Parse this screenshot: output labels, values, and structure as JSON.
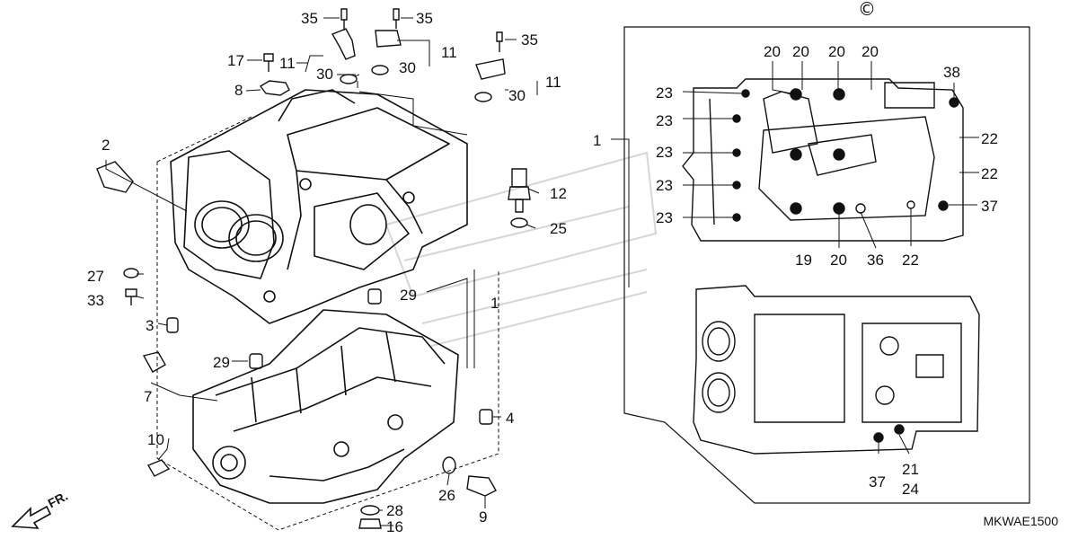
{
  "diagram": {
    "callouts": {
      "c35a": "35",
      "c35b": "35",
      "c35c": "35",
      "c11a": "11",
      "c11b": "11",
      "c11c": "11",
      "c17": "17",
      "c30a": "30",
      "c30b": "30",
      "c30c": "30",
      "c8": "8",
      "c2": "2",
      "c12": "12",
      "c25": "25",
      "c27": "27",
      "c33": "33",
      "c3": "3",
      "c29a": "29",
      "c29b": "29",
      "c1a": "1",
      "c7": "7",
      "c4": "4",
      "c10": "10",
      "c26": "26",
      "c9": "9",
      "c28": "28",
      "c16": "16",
      "c1b": "1",
      "d20a": "20",
      "d20b": "20",
      "d20c": "20",
      "d20d": "20",
      "d20e": "20",
      "d38": "38",
      "d23a": "23",
      "d23b": "23",
      "d23c": "23",
      "d23d": "23",
      "d23e": "23",
      "d22a": "22",
      "d22b": "22",
      "d22c": "22",
      "d37a": "37",
      "d19": "19",
      "d36": "36",
      "d37b": "37",
      "d21": "21",
      "d24": "24"
    },
    "copyright_symbol": "©",
    "front_marker": "FR.",
    "diagram_code": "MKWAE1500",
    "colors": {
      "ink": "#111111",
      "watermark": "#cfcfcf",
      "fill": "#ffffff"
    }
  }
}
